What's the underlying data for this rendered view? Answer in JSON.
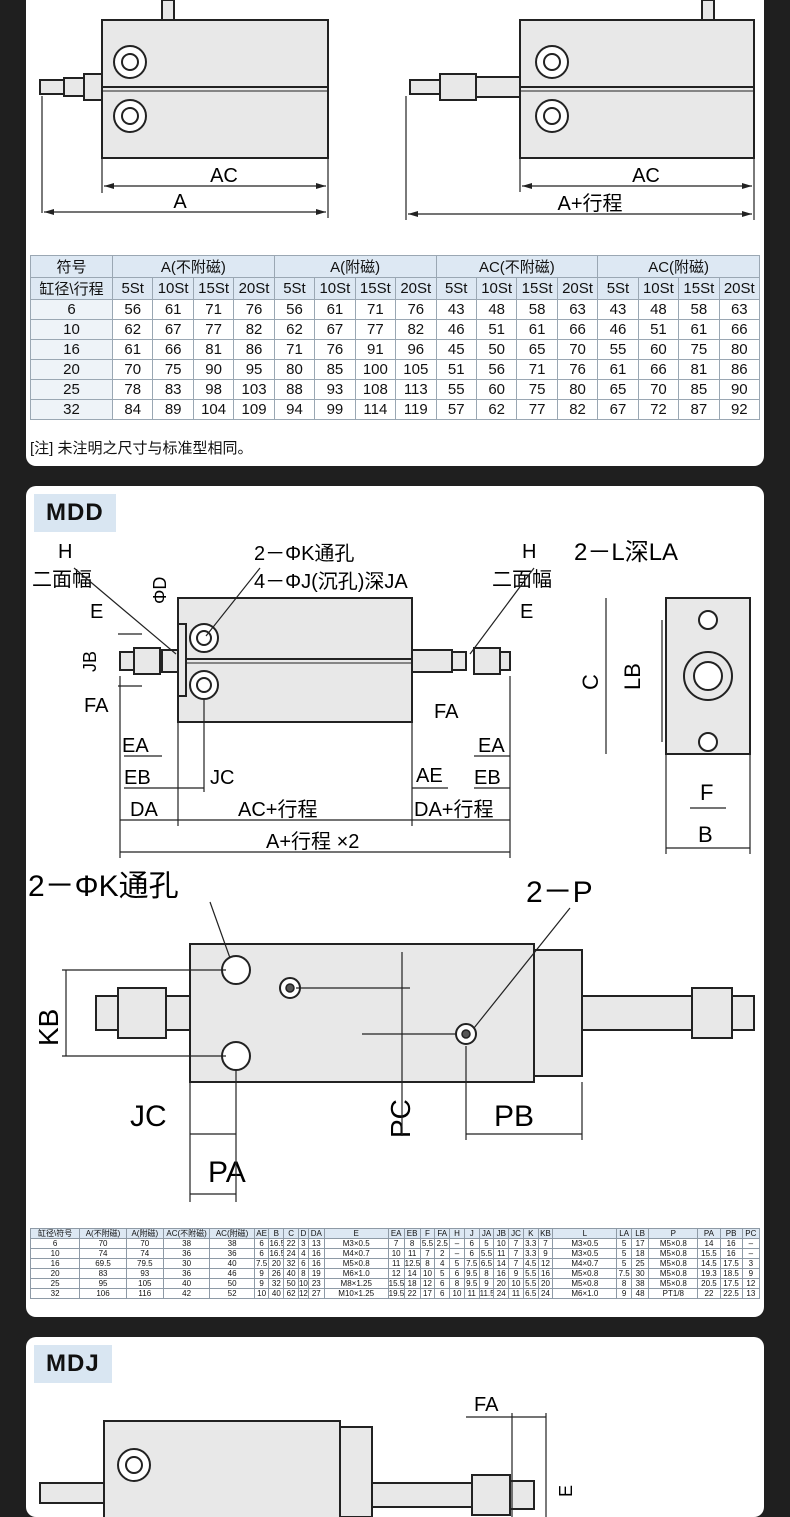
{
  "card1": {
    "diagram": {
      "ac_left": "AC",
      "a_left": "A",
      "ac_right": "AC",
      "a_right": "A+行程"
    },
    "table": {
      "header_top": [
        "符号",
        "A(不附磁)",
        "A(附磁)",
        "AC(不附磁)",
        "AC(附磁)"
      ],
      "header_sub_label": "缸径\\行程",
      "strokes": [
        "5St",
        "10St",
        "15St",
        "20St"
      ],
      "rows": [
        [
          "6",
          "56",
          "61",
          "71",
          "76",
          "56",
          "61",
          "71",
          "76",
          "43",
          "48",
          "58",
          "63",
          "43",
          "48",
          "58",
          "63"
        ],
        [
          "10",
          "62",
          "67",
          "77",
          "82",
          "62",
          "67",
          "77",
          "82",
          "46",
          "51",
          "61",
          "66",
          "46",
          "51",
          "61",
          "66"
        ],
        [
          "16",
          "61",
          "66",
          "81",
          "86",
          "71",
          "76",
          "91",
          "96",
          "45",
          "50",
          "65",
          "70",
          "55",
          "60",
          "75",
          "80"
        ],
        [
          "20",
          "70",
          "75",
          "90",
          "95",
          "80",
          "85",
          "100",
          "105",
          "51",
          "56",
          "71",
          "76",
          "61",
          "66",
          "81",
          "86"
        ],
        [
          "25",
          "78",
          "83",
          "98",
          "103",
          "88",
          "93",
          "108",
          "113",
          "55",
          "60",
          "75",
          "80",
          "65",
          "70",
          "85",
          "90"
        ],
        [
          "32",
          "84",
          "89",
          "104",
          "109",
          "94",
          "99",
          "114",
          "119",
          "57",
          "62",
          "77",
          "82",
          "67",
          "72",
          "87",
          "92"
        ]
      ]
    },
    "note": "[注] 未注明之尺寸与标准型相同。"
  },
  "card2": {
    "tag": "MDD",
    "front_view": {
      "h_left": "H",
      "flats_left": "二面幅",
      "e_left": "E",
      "phi_d": "ΦD",
      "jb": "JB",
      "fa_left": "FA",
      "ea_left": "EA",
      "eb_left": "EB",
      "da": "DA",
      "jc": "JC",
      "ac_stroke": "AC+行程",
      "a_stroke2": "A+行程 ×2",
      "k_hole": "2－ΦK通孔",
      "j_hole": "4－ΦJ(沉孔)深JA",
      "h_right": "H",
      "flats_right": "二面幅",
      "e_right": "E",
      "fa_right": "FA",
      "ea_right": "EA",
      "eb_right": "EB",
      "ae": "AE",
      "da_stroke": "DA+行程"
    },
    "side_view": {
      "l_depth": "2－L深LA",
      "c": "C",
      "lb": "LB",
      "f": "F",
      "b": "B"
    },
    "top_view": {
      "k_hole": "2－ΦK通孔",
      "p_port": "2－P",
      "kb": "KB",
      "jc": "JC",
      "pa": "PA",
      "pc": "PC",
      "pb": "PB"
    },
    "table": {
      "headers": [
        "缸径\\符号",
        "A(不附磁)",
        "A(附磁)",
        "AC(不附磁)",
        "AC(附磁)",
        "AE",
        "B",
        "C",
        "D",
        "DA",
        "E",
        "EA",
        "EB",
        "F",
        "FA",
        "H",
        "J",
        "JA",
        "JB",
        "JC",
        "K",
        "KB",
        "L",
        "LA",
        "LB",
        "P",
        "PA",
        "PB",
        "PC"
      ],
      "rows": [
        [
          "6",
          "70",
          "70",
          "38",
          "38",
          "6",
          "16.5",
          "22",
          "3",
          "13",
          "M3×0.5",
          "7",
          "8",
          "5.5",
          "2.5",
          "–",
          "6",
          "5",
          "10",
          "7",
          "3.3",
          "7",
          "M3×0.5",
          "5",
          "17",
          "M5×0.8",
          "14",
          "16",
          "–"
        ],
        [
          "10",
          "74",
          "74",
          "36",
          "36",
          "6",
          "16.5",
          "24",
          "4",
          "16",
          "M4×0.7",
          "10",
          "11",
          "7",
          "2",
          "–",
          "6",
          "5.5",
          "11",
          "7",
          "3.3",
          "9",
          "M3×0.5",
          "5",
          "18",
          "M5×0.8",
          "15.5",
          "16",
          "–"
        ],
        [
          "16",
          "69.5",
          "79.5",
          "30",
          "40",
          "7.5",
          "20",
          "32",
          "6",
          "16",
          "M5×0.8",
          "11",
          "12.5",
          "8",
          "4",
          "5",
          "7.5",
          "6.5",
          "14",
          "7",
          "4.5",
          "12",
          "M4×0.7",
          "5",
          "25",
          "M5×0.8",
          "14.5",
          "17.5",
          "3"
        ],
        [
          "20",
          "83",
          "93",
          "36",
          "46",
          "9",
          "26",
          "40",
          "8",
          "19",
          "M6×1.0",
          "12",
          "14",
          "10",
          "5",
          "6",
          "9.5",
          "8",
          "16",
          "9",
          "5.5",
          "16",
          "M5×0.8",
          "7.5",
          "30",
          "M5×0.8",
          "19.3",
          "18.5",
          "9"
        ],
        [
          "25",
          "95",
          "105",
          "40",
          "50",
          "9",
          "32",
          "50",
          "10",
          "23",
          "M8×1.25",
          "15.5",
          "18",
          "12",
          "6",
          "8",
          "9.5",
          "9",
          "20",
          "10",
          "5.5",
          "20",
          "M5×0.8",
          "8",
          "38",
          "M5×0.8",
          "20.5",
          "17.5",
          "12"
        ],
        [
          "32",
          "106",
          "116",
          "42",
          "52",
          "10",
          "40",
          "62",
          "12",
          "27",
          "M10×1.25",
          "19.5",
          "22",
          "17",
          "6",
          "10",
          "11",
          "11.5",
          "24",
          "11",
          "6.5",
          "24",
          "M6×1.0",
          "9",
          "48",
          "PT1/8",
          "22",
          "22.5",
          "13"
        ]
      ]
    }
  },
  "card3": {
    "tag": "MDJ",
    "fa": "FA",
    "e": "E"
  }
}
